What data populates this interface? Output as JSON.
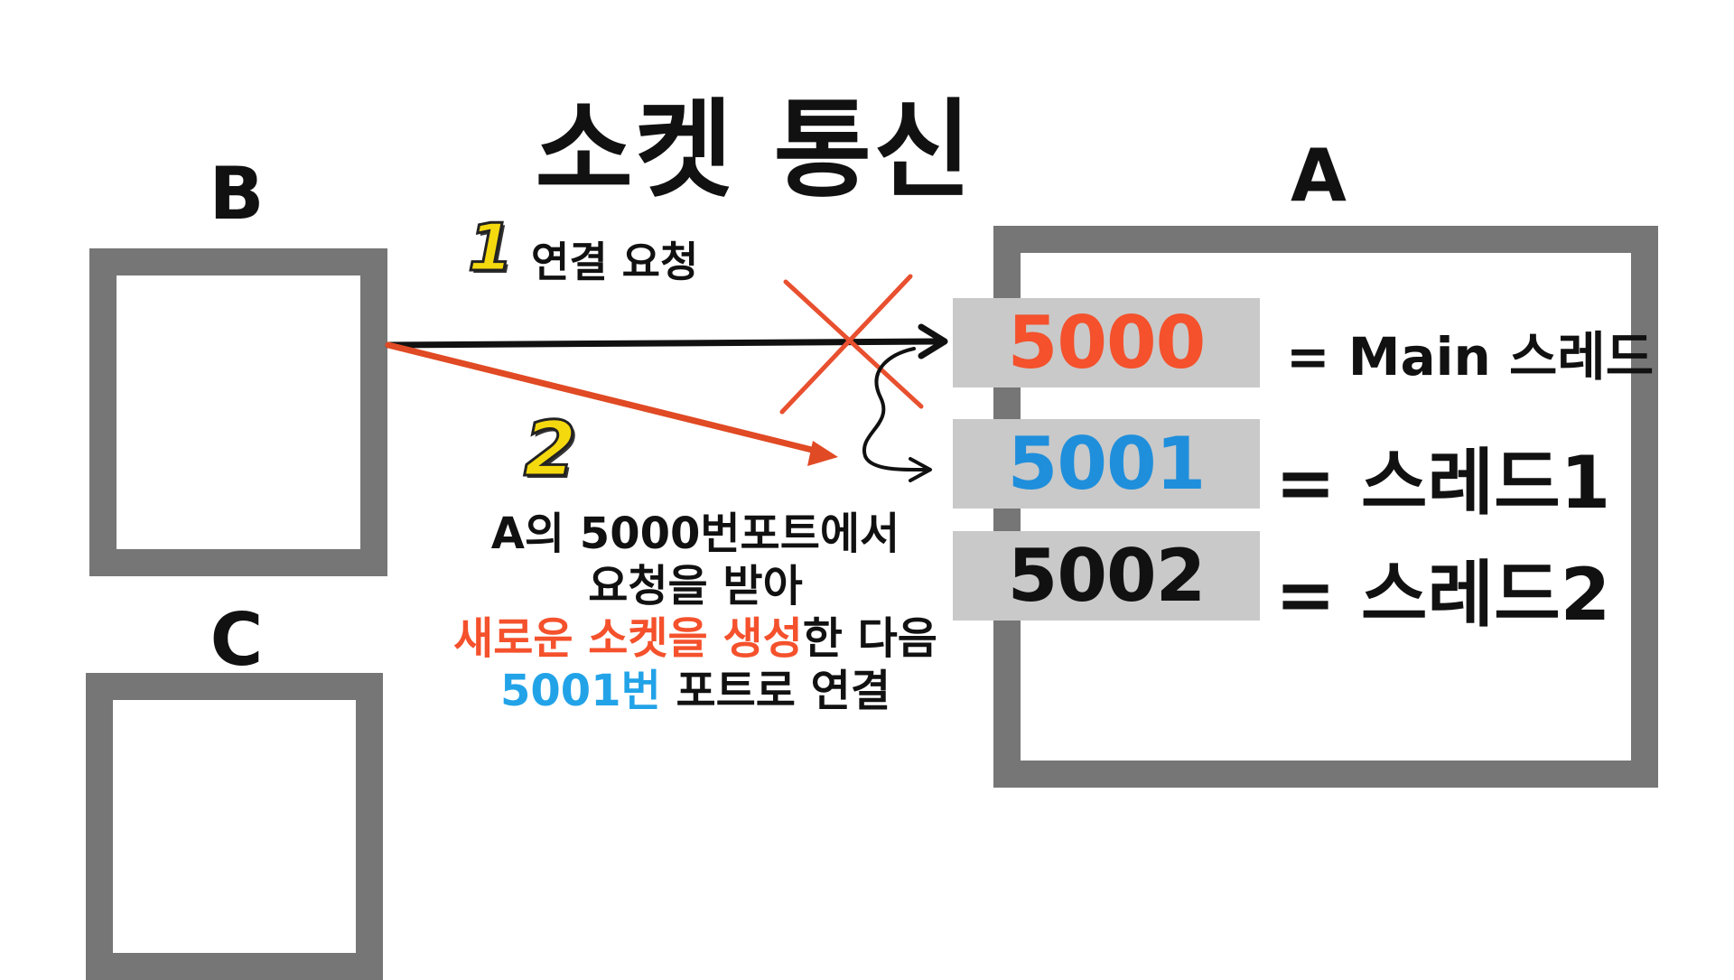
{
  "title": "소켓 통신",
  "nodes": {
    "b_label": "B",
    "c_label": "C",
    "a_label": "A"
  },
  "ports": [
    {
      "number": "5000",
      "color": "#f4512c",
      "thread": "= Main 스레드"
    },
    {
      "number": "5001",
      "color": "#1f8fdc",
      "thread": "= 스레드1"
    },
    {
      "number": "5002",
      "color": "#111111",
      "thread": "= 스레드2"
    }
  ],
  "steps": {
    "step1_badge": "1",
    "step1_text": "연결 요청",
    "step2_badge": "2"
  },
  "explanation": {
    "line1": "A의 5000번포트에서",
    "line2": "요청을 받아",
    "line3_highlight": "새로운 소켓을 생성",
    "line3_rest": "한 다음",
    "line4_highlight": "5001번",
    "line4_rest": " 포트로 연결"
  },
  "colors": {
    "box_border": "#767676",
    "port_bg": "#c9c9c9",
    "request_arrow": "#111111",
    "new_socket_arrow": "#e04a24",
    "cross_mark": "#e8502f",
    "highlight_red": "#f4512c",
    "highlight_blue": "#22a3e8",
    "badge_yellow": "#f5d90f"
  }
}
